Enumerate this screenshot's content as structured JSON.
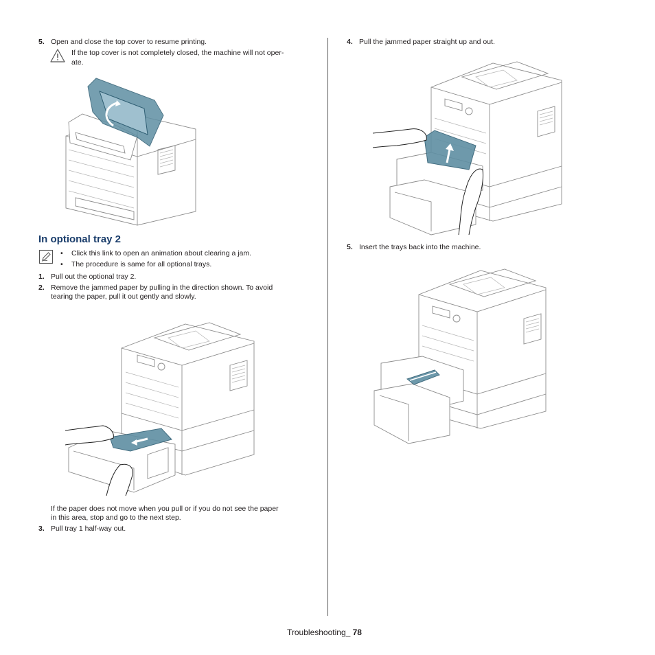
{
  "left": {
    "step5": {
      "num": "5.",
      "text": "Open and close the top cover to resume printing."
    },
    "caution": {
      "line1": "If the top cover is not completely closed, the machine will not oper-",
      "line2": "ate."
    },
    "heading": "In optional tray 2",
    "note_bullets": [
      "Click this link to open an animation about clearing a jam.",
      "The procedure is same for all optional trays."
    ],
    "step1": {
      "num": "1.",
      "text": "Pull out the optional tray 2."
    },
    "step2": {
      "num": "2.",
      "line1": "Remove the jammed paper by pulling in the direction shown. To avoid",
      "line2": "tearing the paper, pull it out gently and slowly."
    },
    "para": {
      "line1": "If the paper does not move when you pull or if you do not see the paper",
      "line2": "in this area, stop and go to the next step."
    },
    "step3": {
      "num": "3.",
      "text": "Pull tray 1 half-way out."
    }
  },
  "right": {
    "step4": {
      "num": "4.",
      "text": "Pull the jammed paper straight up and out."
    },
    "step5": {
      "num": "5.",
      "text": "Insert the trays back into the machine."
    }
  },
  "footer": {
    "section": "Troubleshooting_ ",
    "page": "78"
  },
  "colors": {
    "heading": "#1a3d6b",
    "paper_highlight": "#5f8fa3"
  },
  "icons": {
    "caution": "warning-triangle-icon",
    "note": "note-pencil-icon"
  }
}
